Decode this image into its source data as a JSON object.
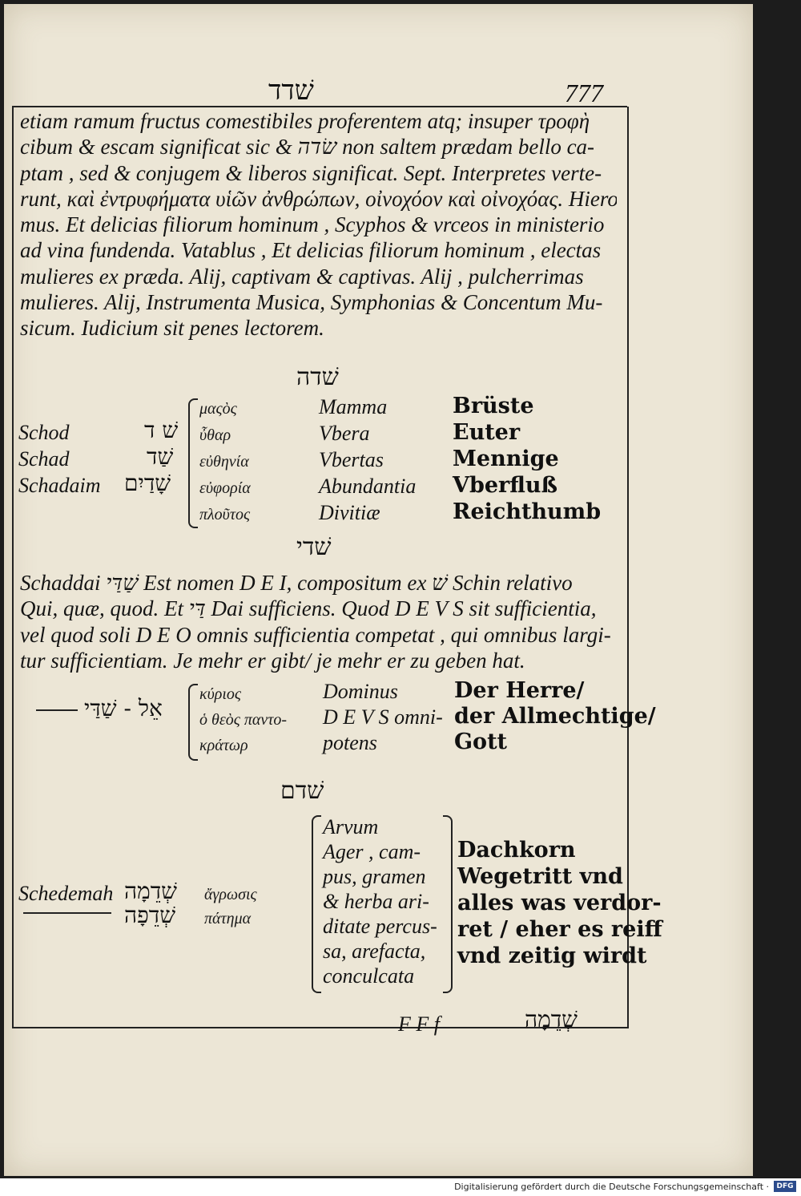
{
  "header": {
    "headwords": "שׁדד",
    "page_number": "777"
  },
  "paragraph": [
    "etiam ramum fructus comestibiles proferentem atq; insuper τροφὴ",
    "cibum & escam significat sic & שׂדה non saltem prædam bello ca-",
    "ptam , sed & conjugem & liberos significat. Sept. Interpretes verte-",
    "runt, καὶ ἐντρυφήματα υἱῶν ἀνθρώπων, οἰνοχόον καὶ οἰνοχόας. Hierony-",
    "mus. Et delicias filiorum hominum , Scyphos & vrceos in ministerio",
    "ad vina fundenda. Vatablus , Et delicias filiorum hominum , electas",
    "mulieres ex præda. Alij, captivam & captivas.  Alij , pulcherrimas",
    "mulieres. Alij, Instrumenta Musica, Symphonias & Concentum Mu-",
    "sicum. Iudicium sit penes lectorem."
  ],
  "section_shdh": {
    "title": "שׁדה",
    "translits": [
      "Schod",
      "Schad",
      "Schadaim"
    ],
    "hebrew": [
      "שׁ ד",
      "שַׁד",
      "שָׁדַיִם"
    ],
    "greek": [
      "μαςὸς",
      "ὖθαρ",
      "εὐθηνία",
      "εὐφορία",
      "πλοῦτος"
    ],
    "latin": [
      "Mamma",
      "Vbera",
      "Vbertas",
      "Abundantia",
      "Divitiæ"
    ],
    "german": [
      "Brüste",
      "Euter",
      "Mennige",
      "Vberfluß",
      "Reichthumb"
    ]
  },
  "section_shdy": {
    "title": "שׁדי",
    "paragraph": [
      "Schaddai  שַׁדַּי  Est nomen D E I, compositum ex שׁ Schin relativo",
      "Qui, quæ, quod. Et דַּי Dai sufficiens. Quod D E V S sit sufficientia,",
      "vel quod soli D E O omnis sufficientia competat , qui omnibus largi-",
      "tur sufficientiam. Je mehr er gibt/ je mehr er zu geben hat."
    ],
    "hebrew": "אֵל - שַׁדַּי",
    "greek": [
      "κύριος",
      "ὁ θεὸς παντο-",
      "κράτωρ"
    ],
    "latin": [
      "Dominus",
      "D E V S omni-",
      "potens"
    ],
    "german": [
      "Der Herre/",
      "der Allmechtige/",
      "Gott"
    ]
  },
  "section_shdm": {
    "title": "שׁדם",
    "translit": "Schedemah",
    "hebrew": [
      "שְׁדֵמָה",
      "שְׁדֵפָה"
    ],
    "greek": [
      "ἄγρωσις",
      "πάτημα"
    ],
    "latin": [
      "Arvum",
      "Ager , cam-",
      "pus, gramen",
      "& herba ari-",
      "ditate percus-",
      "sa, arefacta,",
      "conculcata"
    ],
    "german": [
      "Dachkorn",
      "Wegetritt vnd",
      "alles was verdor-",
      "ret / eher es reiff",
      "vnd zeitig wirdt"
    ]
  },
  "footer": {
    "signature": "F F f",
    "catchword": "שְׁדֵמָה",
    "credit": "Digitalisierung gefördert durch die Deutsche Forschungsgemeinschaft ·",
    "logo": "DFG"
  }
}
